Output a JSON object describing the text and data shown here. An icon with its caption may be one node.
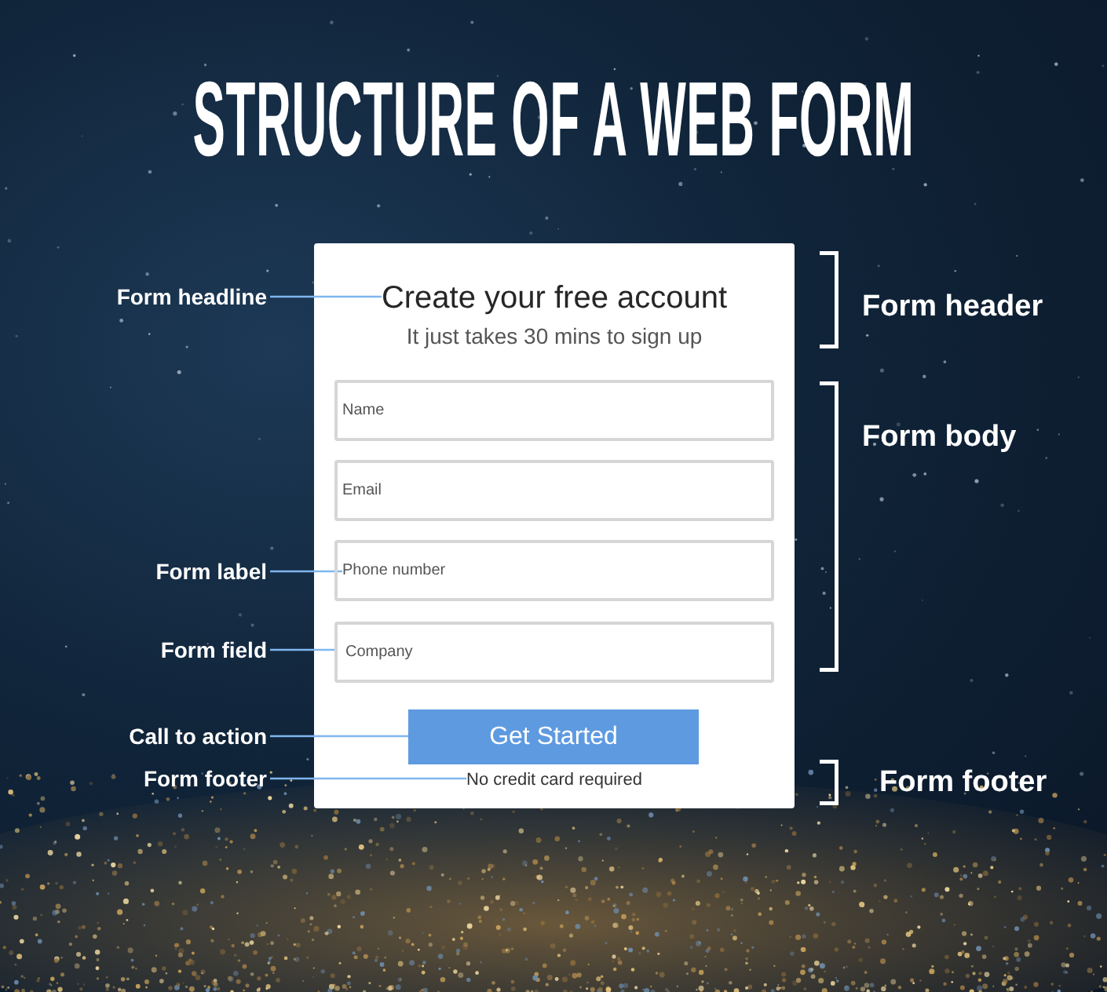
{
  "diagram": {
    "title": "STRUCTURE OF A WEB FORM",
    "nodes": [
      {
        "text": [],
        "shape": "box"
      },
      {
        "text": [
          "Create your free account"
        ],
        "in": 0
      },
      {
        "text": [
          "Name"
        ],
        "in": 0
      },
      {
        "text": [
          "Email"
        ],
        "in": 0
      },
      {
        "text": [],
        "shape": "box",
        "in": 0
      },
      {
        "text": [
          "Phone number"
        ],
        "in": 4
      },
      {
        "text": [
          "Company"
        ],
        "in": 0
      },
      {
        "text": [
          "Get Started"
        ],
        "in": 0
      },
      {
        "text": [
          "No credit card required"
        ],
        "in": 0
      },
      {
        "text": [
          "Form headline"
        ]
      },
      {
        "text": [
          "Form label"
        ]
      },
      {
        "text": [
          "Form field"
        ]
      },
      {
        "text": [
          "Call to action"
        ]
      },
      {
        "text": [
          "Form footer"
        ]
      }
    ],
    "edges": [
      {
        "from": 9,
        "to": 1,
        "arrow": "none"
      },
      {
        "from": 10,
        "to": 5,
        "arrow": "none"
      },
      {
        "from": 11,
        "to": 6,
        "arrow": "none"
      },
      {
        "from": 12,
        "to": 7,
        "arrow": "none"
      },
      {
        "from": 13,
        "to": 8,
        "arrow": "none"
      }
    ],
    "labels": [
      "It just takes 30 mins to sign up",
      "Form header",
      "Form body",
      "Form footer"
    ]
  }
}
